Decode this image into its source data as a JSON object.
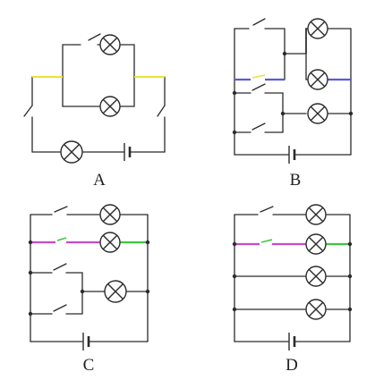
{
  "colors": {
    "wire": "#2b2b2b",
    "highlight_yellow": "#e8e23a",
    "highlight_blue": "#5a5ad8",
    "highlight_magenta": "#c84ac8",
    "highlight_green": "#3cc83c"
  },
  "options": [
    {
      "label": "A"
    },
    {
      "label": "B"
    },
    {
      "label": "C"
    },
    {
      "label": "D"
    }
  ]
}
